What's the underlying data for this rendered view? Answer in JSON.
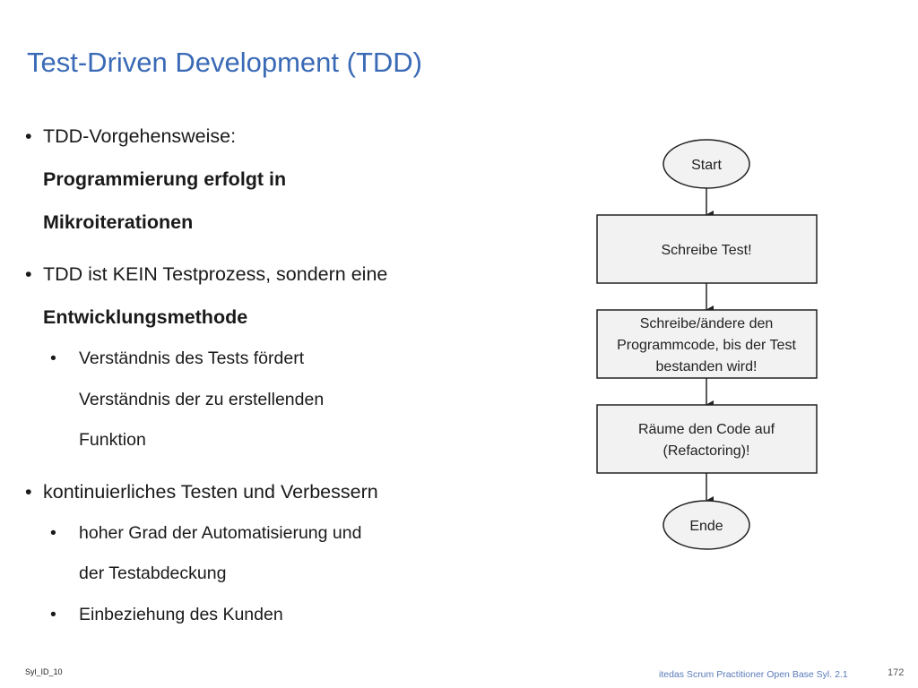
{
  "slide": {
    "title": "Test-Driven Development (TDD)",
    "bullets": {
      "b1_line1": "TDD-Vorgehensweise:",
      "b1_line2": "Programmierung erfolgt in",
      "b1_line3": "Mikroiterationen",
      "b2_line1": "TDD ist KEIN Testprozess, sondern eine",
      "b2_line2": "Entwicklungsmethode",
      "b2_sub1_line1": "Verständnis des Tests fördert",
      "b2_sub1_line2": "Verständnis der zu erstellenden",
      "b2_sub1_line3": "Funktion",
      "b3_line1": "kontinuierliches Testen und Verbessern",
      "b3_sub1_line1": "hoher Grad der Automatisierung und",
      "b3_sub1_line2": "der Testabdeckung",
      "b3_sub2_line1": "Einbeziehung des Kunden"
    },
    "bullet_glyph": "•"
  },
  "flowchart": {
    "start": "Start",
    "step1": "Schreibe Test!",
    "step2_line1": "Schreibe/ändere den",
    "step2_line2": "Programmcode, bis der Test",
    "step2_line3": "bestanden wird!",
    "step3_line1": "Räume den Code auf",
    "step3_line2": "(Refactoring)!",
    "end": "Ende",
    "box_fill": "#f2f2f2",
    "stroke": "#222222"
  },
  "footer": {
    "id": "Syl_ID_10",
    "source": "itedas Scrum Practitioner Open Base Syl. 2.1",
    "page": "172"
  }
}
